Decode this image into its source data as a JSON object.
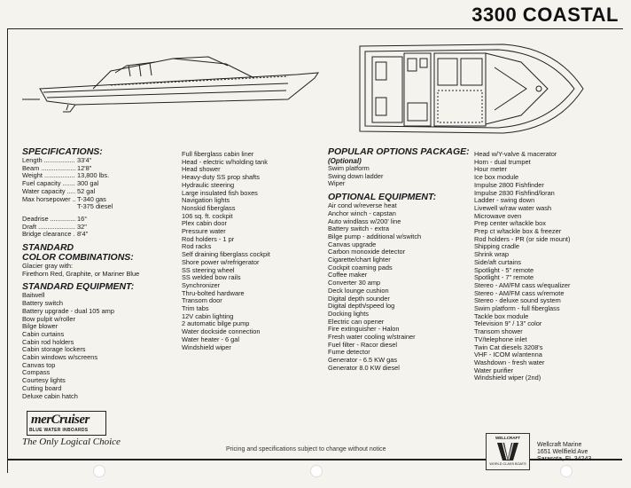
{
  "title": "3300 COASTAL",
  "specifications": {
    "heading": "SPECIFICATIONS:",
    "rows": [
      {
        "label": "Length",
        "value": "33'4\""
      },
      {
        "label": "Beam",
        "value": "12'8\""
      },
      {
        "label": "Weight",
        "value": "13,800 lbs."
      },
      {
        "label": "Fuel capacity",
        "value": "300 gal"
      },
      {
        "label": "Water capacity",
        "value": "52 gal"
      },
      {
        "label": "Max horsepower",
        "value": "T-340 gas"
      }
    ],
    "max_hp_extra": "T-375 diesel",
    "rows2": [
      {
        "label": "Deadrise",
        "value": "16°"
      },
      {
        "label": "Draft",
        "value": "32\""
      },
      {
        "label": "Bridge clearance",
        "value": "8'4\""
      }
    ]
  },
  "color": {
    "heading_line1": "STANDARD",
    "heading_line2": "COLOR COMBINATIONS:",
    "lines": [
      "Glacier gray with:",
      "Firethorn Red, Graphite, or Mariner Blue"
    ]
  },
  "standard_equipment": {
    "heading": "STANDARD EQUIPMENT:",
    "col1": [
      "Baitwell",
      "Battery switch",
      "Battery upgrade - dual 105 amp",
      "Bow pulpit w/roller",
      "Bilge blower",
      "Cabin curtains",
      "Cabin rod holders",
      "Cabin storage lockers",
      "Cabin windows w/screens",
      "Canvas top",
      "Compass",
      "Courtesy lights",
      "Cutting board",
      "Deluxe cabin hatch"
    ],
    "col2": [
      "Full fiberglass cabin liner",
      "Head - electric w/holding tank",
      "Head shower",
      "Heavy-duty SS prop shafts",
      "Hydraulic steering",
      "Large insulated fish boxes",
      "Navigation lights",
      "Nonskid fiberglass",
      "106 sq. ft. cockpit",
      "Plex cabin door",
      "Pressure water",
      "Rod holders - 1 pr",
      "Rod racks",
      "Self draining fiberglass cockpit",
      "Shore power w/refrigerator",
      "SS steering wheel",
      "SS welded bow rails",
      "Synchronizer",
      "Thru-bolted hardware",
      "Transom door",
      "Trim tabs",
      "12V cabin lighting",
      "2 automatic bilge pump",
      "Water dockside connection",
      "Water heater - 6 gal",
      "Windshield wiper"
    ]
  },
  "popular": {
    "heading": "POPULAR OPTIONS PACKAGE:",
    "sub": "(Optional)",
    "items": [
      "Swim platform",
      "Swing down ladder",
      "Wiper"
    ]
  },
  "optional": {
    "heading": "OPTIONAL EQUIPMENT:",
    "col3": [
      "Air cond w/reverse heat",
      "Anchor winch - capstan",
      "Auto windlass w/200' line",
      "Battery switch - extra",
      "Bilge pump - additional w/switch",
      "Canvas upgrade",
      "Carbon monoxide detector",
      "Cigarette/chart lighter",
      "Cockpit coaming pads",
      "Coffee maker",
      "Converter 30 amp",
      "Deck lounge cushion",
      "Digital depth sounder",
      "Digital depth/speed log",
      "Docking lights",
      "Electric can opener",
      "Fire extinguisher - Halon",
      "Fresh water cooling w/strainer",
      "Fuel filter - Racor diesel",
      "Fume detector",
      "Generator - 6.5 KW gas",
      "Generator 8.0 KW diesel"
    ],
    "col4": [
      "Head w/Y-valve & macerator",
      "Horn - dual trumpet",
      "Hour meter",
      "Ice box module",
      "Impulse 2800 Fishfinder",
      "Impulse 2830 Fishfind/loran",
      "Ladder - swing down",
      "Livewell w/raw water wash",
      "Microwave oven",
      "Prep center w/tackle box",
      "Prep ct w/tackle box & freezer",
      "Rod holders - PR (or side mount)",
      "Shipping cradle",
      "Shrink wrap",
      "Side/aft curtains",
      "Spotlight - 5\" remote",
      "Spotlight - 7\" remote",
      "Stereo - AM/FM cass w/equalizer",
      "Stereo - AM/FM cass w/remote",
      "Stereo - deluxe sound system",
      "Swim platform - full fiberglass",
      "Tackle box module",
      "Television 9\" / 13\" color",
      "Transom shower",
      "TV/telephone inlet",
      "Twin Cat diesels 3208's",
      "VHF - ICOM w/antenna",
      "Washdown - fresh water",
      "Water purifier",
      "Windshield wiper (2nd)"
    ]
  },
  "footnote": "Pricing and specifications subject to change without notice",
  "logo": {
    "main": "merCruiser",
    "sub": "BLUE WATER INBOARDS"
  },
  "tagline": "The Only Logical Choice",
  "wc_logo": {
    "top": "WELLCRAFT",
    "bottom": "WORLD CLASS BOATS"
  },
  "dealer": [
    "Wellcraft Marine",
    "1651 Wellfield Ave",
    "Sarasota, FL 34243"
  ],
  "colors": {
    "ink": "#1a1a1a",
    "paper": "#f5f3ee"
  }
}
